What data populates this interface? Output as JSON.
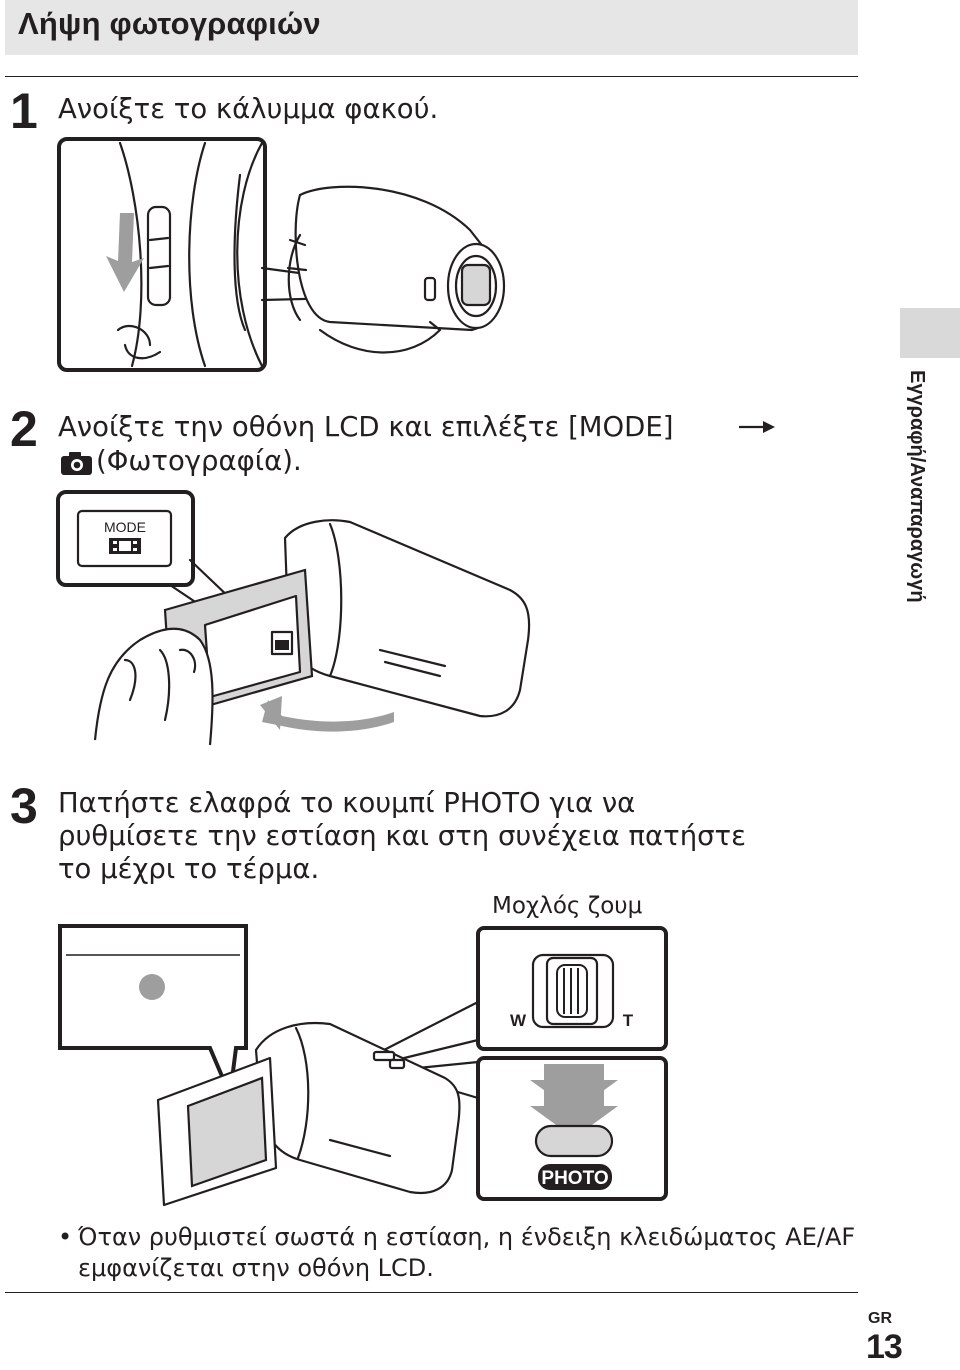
{
  "header": {
    "title": "Λήψη φωτογραφιών"
  },
  "side_tab": {
    "label": "Εγγραφή/Αναπαραγωγή"
  },
  "steps": [
    {
      "number": "1",
      "lines": [
        "Ανοίξτε το κάλυμμα φακού."
      ]
    },
    {
      "number": "2",
      "lines": [
        "Ανοίξτε την οθόνη LCD και επιλέξτε [MODE] ",
        "(Φωτογραφία)."
      ]
    },
    {
      "number": "3",
      "lines": [
        "Πατήστε ελαφρά το κουμπί PHOTO για να",
        "ρυθμίσετε την εστίαση και στη συνέχεια πατήστε",
        "το μέχρι το τέρμα."
      ]
    }
  ],
  "illustrations": {
    "mode_button_label": "MODE",
    "zoom_lever_label": "Μοχλός ζουμ",
    "zoom_wide": "W",
    "zoom_tele": "T",
    "photo_button_label": "PHOTO"
  },
  "note": {
    "bullet": "•",
    "lines": [
      "Όταν ρυθμιστεί σωστά η εστίαση, η ένδειξη κλειδώματος AE/AF",
      "εμφανίζεται στην οθόνη LCD."
    ]
  },
  "footer": {
    "lang_code": "GR",
    "page_number": "13"
  },
  "icons": [
    "arrow-right-icon",
    "camera-icon",
    "movie-icon",
    "focus-lock-indicator-icon"
  ],
  "colors": {
    "header_bg": "#e6e6e6",
    "side_tab_bg": "#d9d9d9",
    "text": "#231f20",
    "arrow_gray": "#9e9e9e"
  }
}
